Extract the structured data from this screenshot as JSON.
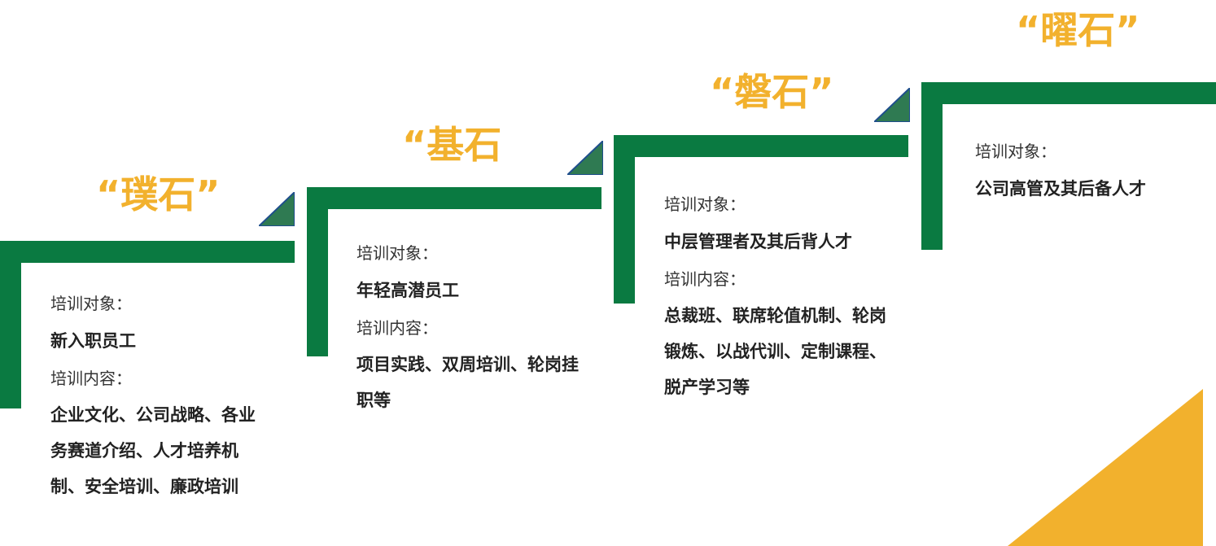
{
  "colors": {
    "green": "#0a7a41",
    "gold": "#f2b12d",
    "text": "#222222"
  },
  "steps": [
    {
      "title": "“璞石”",
      "target_label": "培训对象：",
      "target_value": "新入职员工",
      "content_label": "培训内容：",
      "content_value": "企业文化、公司战略、各业务赛道介绍、人才培养机制、安全培训、廉政培训"
    },
    {
      "title": "“基石",
      "target_label": "培训对象：",
      "target_value": "年轻高潜员工",
      "content_label": "培训内容：",
      "content_value": "项目实践、双周培训、轮岗挂职等"
    },
    {
      "title": "“磐石”",
      "target_label": "培训对象：",
      "target_value": "中层管理者及其后背人才",
      "content_label": "培训内容：",
      "content_value": "总裁班、联席轮值机制、轮岗锻炼、以战代训、定制课程、脱产学习等"
    },
    {
      "title": "“曜石”",
      "target_label": "培训对象：",
      "target_value": "公司高管及其后备人才"
    }
  ]
}
